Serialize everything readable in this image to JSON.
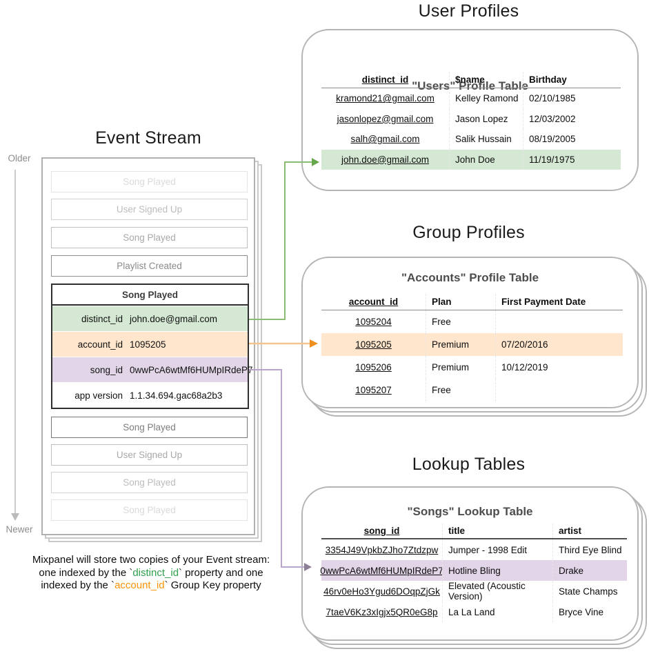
{
  "colors": {
    "highlight_green": "#d5e8d4",
    "highlight_orange": "#ffe6cc",
    "highlight_purple": "#e1d5e7",
    "arrow_green": "#82b366",
    "arrow_orange": "#ef8f1f",
    "arrow_purple": "#a99bbd",
    "caption_green": "#2fa04d",
    "caption_orange": "#fb9405"
  },
  "event_stream": {
    "title": "Event Stream",
    "older_label": "Older",
    "newer_label": "Newer",
    "events_top": [
      "Song Played",
      "User Signed Up",
      "Song Played",
      "Playlist Created"
    ],
    "expanded": {
      "title": "Song Played",
      "properties": [
        {
          "key": "distinct_id",
          "value": "john.doe@gmail.com"
        },
        {
          "key": "account_id",
          "value": "1095205"
        },
        {
          "key": "song_id",
          "value": "0wwPcA6wtMf6HUMpIRdeP7"
        },
        {
          "key": "app version",
          "value": "1.1.34.694.gac68a2b3"
        }
      ]
    },
    "events_bottom": [
      "Song Played",
      "User Signed Up",
      "Song Played",
      "Song Played"
    ]
  },
  "caption": {
    "line1": "Mixpanel will store two copies of your Event stream:",
    "line2_pre": "one indexed by the `",
    "line2_key": "distinct_id",
    "line2_post": "` property and one",
    "line3_pre": "indexed by the `",
    "line3_key": "account_id",
    "line3_post": "` Group Key property"
  },
  "user_profiles": {
    "section_title": "User Profiles",
    "table_title": "\"Users\" Profile Table",
    "columns": [
      "distinct_id",
      "$name",
      "Birthday"
    ],
    "rows": [
      [
        "kramond21@gmail.com",
        "Kelley Ramond",
        "02/10/1985"
      ],
      [
        "jasonlopez@gmail.com",
        "Jason Lopez",
        "12/03/2002"
      ],
      [
        "salh@gmail.com",
        "Salik Hussain",
        "08/19/2005"
      ],
      [
        "john.doe@gmail.com",
        "John Doe",
        "11/19/1975"
      ]
    ]
  },
  "group_profiles": {
    "section_title": "Group Profiles",
    "table_title": "\"Accounts\" Profile Table",
    "columns": [
      "account_id",
      "Plan",
      "First Payment Date"
    ],
    "rows": [
      [
        "1095204",
        "Free",
        ""
      ],
      [
        "1095205",
        "Premium",
        "07/20/2016"
      ],
      [
        "1095206",
        "Premium",
        "10/12/2019"
      ],
      [
        "1095207",
        "Free",
        ""
      ]
    ]
  },
  "lookup_tables": {
    "section_title": "Lookup Tables",
    "table_title": "\"Songs\" Lookup Table",
    "columns": [
      "song_id",
      "title",
      "artist"
    ],
    "rows": [
      [
        "3354J49VpkbZJho7Ztdzpw",
        "Jumper - 1998 Edit",
        "Third Eye Blind"
      ],
      [
        "0wwPcA6wtMf6HUMpIRdeP7",
        "Hotline Bling",
        "Drake"
      ],
      [
        "46rv0eHo3Ygud6DOqpZjGk",
        "Elevated (Acoustic Version)",
        "State Champs"
      ],
      [
        "7taeV6Kz3xIgjx5QR0eG8p",
        "La La Land",
        "Bryce Vine"
      ]
    ]
  }
}
